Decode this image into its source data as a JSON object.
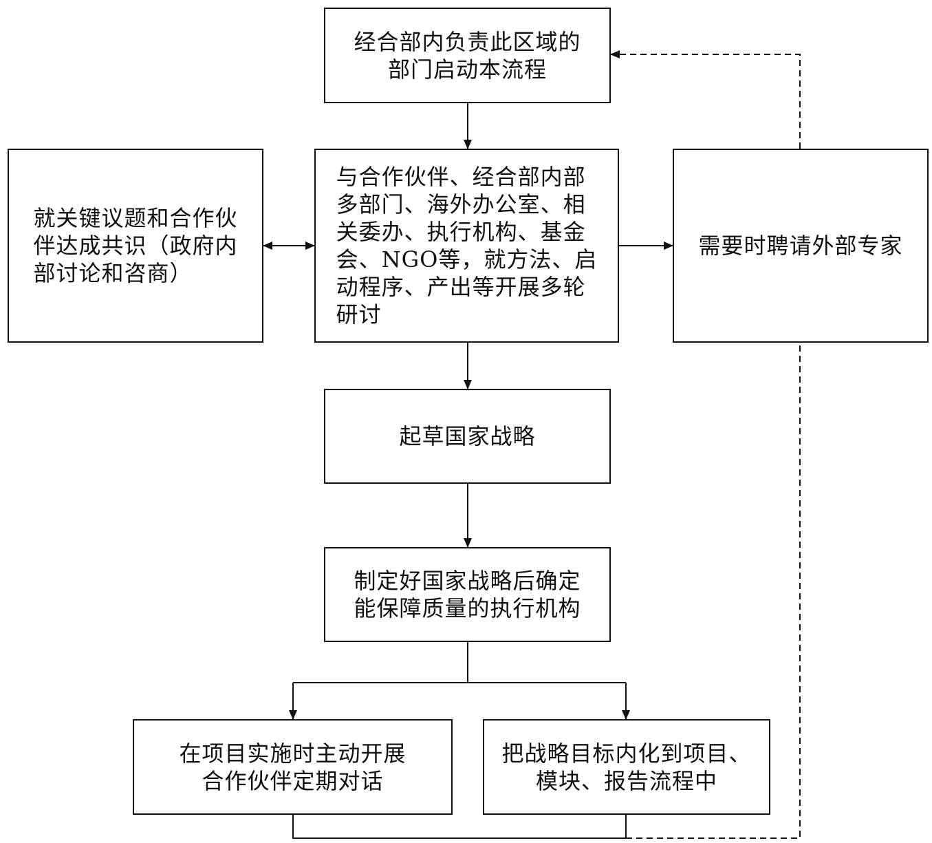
{
  "boxes": {
    "start": "经合部内负责此区域的\n部门启动本流程",
    "consensus": "就关键议题和合作伙\n伴达成共识（政府内\n部讨论和咨商）",
    "discussion": "与合作伙伴、经合部内部\n多部门、海外办公室、相\n关委办、执行机构、基金\n会、NGO等，就方法、启\n动程序、产出等开展多轮\n研讨",
    "experts": "需要时聘请外部专家",
    "draft": "起草国家战略",
    "select_agency": "制定好国家战略后确定\n能保障质量的执行机构",
    "dialogue": "在项目实施时主动开展\n合作伙伴定期对话",
    "internalize": "把战略目标内化到项目、\n模块、报告流程中"
  }
}
